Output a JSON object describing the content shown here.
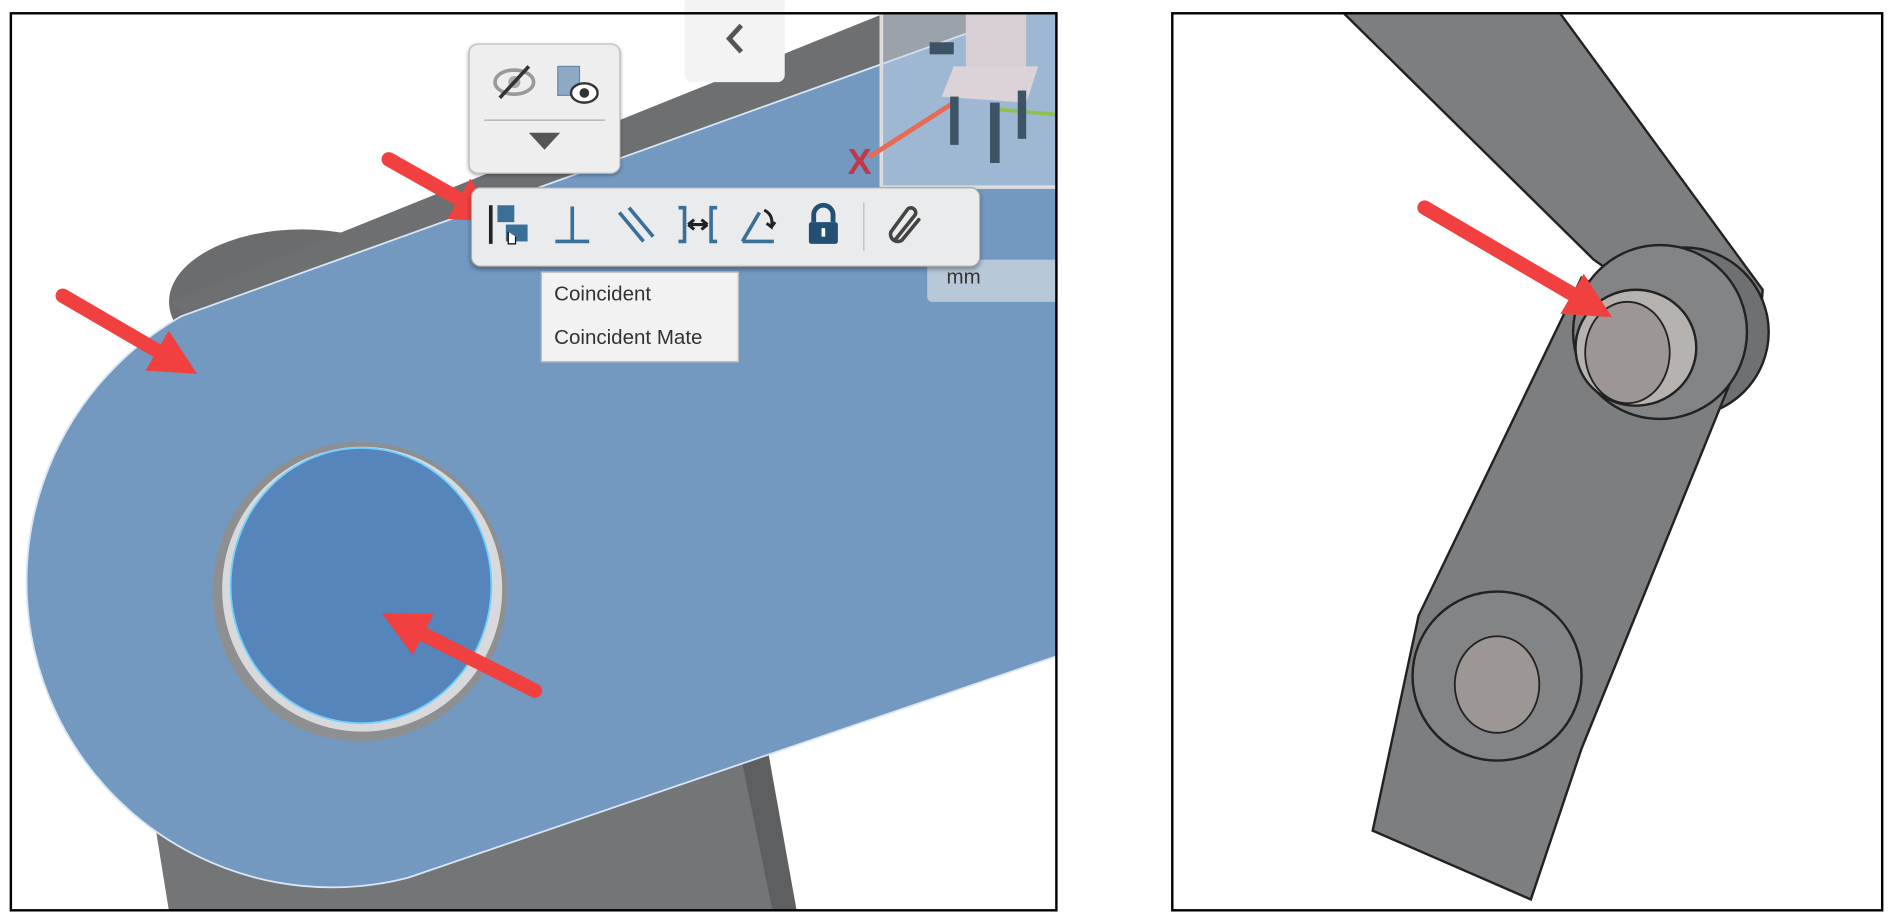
{
  "left_view": {
    "visibility_popup": {
      "icons": [
        "hide-eye-icon",
        "show-part-eye-icon"
      ],
      "expand_icon": "triangle-down-icon"
    },
    "collapse_icon": "chevron-left-icon",
    "view_cube_axis_label": "X",
    "mate_toolbar": {
      "icons": [
        "coincident-icon",
        "perpendicular-icon",
        "parallel-icon",
        "distance-icon",
        "angle-icon",
        "lock-icon",
        "paperclip-icon"
      ]
    },
    "tooltip": {
      "items": [
        "Coincident",
        "Coincident Mate"
      ]
    },
    "units_dropdown": {
      "value": "mm"
    }
  },
  "colors": {
    "selected_face": "#7399c0",
    "selected_hole": "#5585bb",
    "arrow": "#f04040",
    "part_grey": "#7a7b7c"
  }
}
